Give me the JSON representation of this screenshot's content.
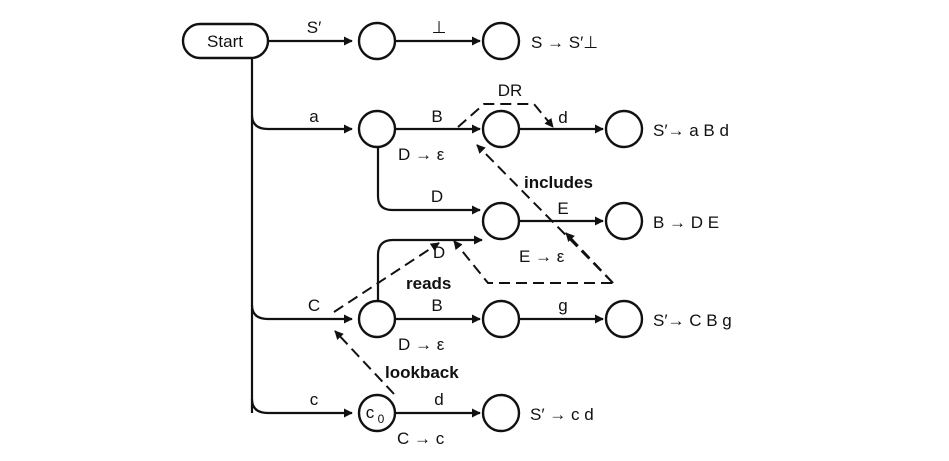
{
  "colors": {
    "ink": "#111111",
    "background": "#ffffff"
  },
  "start": {
    "label": "Start"
  },
  "states": [
    {
      "id": "q1",
      "label": ""
    },
    {
      "id": "q2",
      "label": ""
    },
    {
      "id": "q3",
      "label": ""
    },
    {
      "id": "q4",
      "label": ""
    },
    {
      "id": "q5",
      "label": ""
    },
    {
      "id": "q6",
      "label": ""
    },
    {
      "id": "q7",
      "label": ""
    },
    {
      "id": "q8",
      "label": ""
    },
    {
      "id": "q9",
      "label": ""
    },
    {
      "id": "q10",
      "label": ""
    },
    {
      "id": "q11",
      "label": ""
    },
    {
      "id": "c0",
      "label": "c",
      "subscript": "0"
    },
    {
      "id": "q12",
      "label": ""
    }
  ],
  "transitions": {
    "start_q1": "S′",
    "q1_q2": "⊥",
    "start_q3": "a",
    "q3_q4": "B",
    "q4_q5": "d",
    "q3_q6": "D",
    "q6_q7": "E",
    "q8_q6": "D",
    "start_q8": "C",
    "q8_q9": "B",
    "q9_q10": "g",
    "start_c0": "c",
    "c0_q12": "d"
  },
  "productions": {
    "q2": "S → S′⊥",
    "q5": "S′→ a B d",
    "q7": "B → D E",
    "q10": "S′→ C B g",
    "q12": "S′ → c d"
  },
  "epsilon_labels": {
    "q3": "D → ε",
    "q6": "E → ε",
    "q8": "D → ε",
    "c0": "C → c"
  },
  "relations": {
    "dr": "DR",
    "includes": "includes",
    "reads": "reads",
    "lookback": "lookback"
  }
}
